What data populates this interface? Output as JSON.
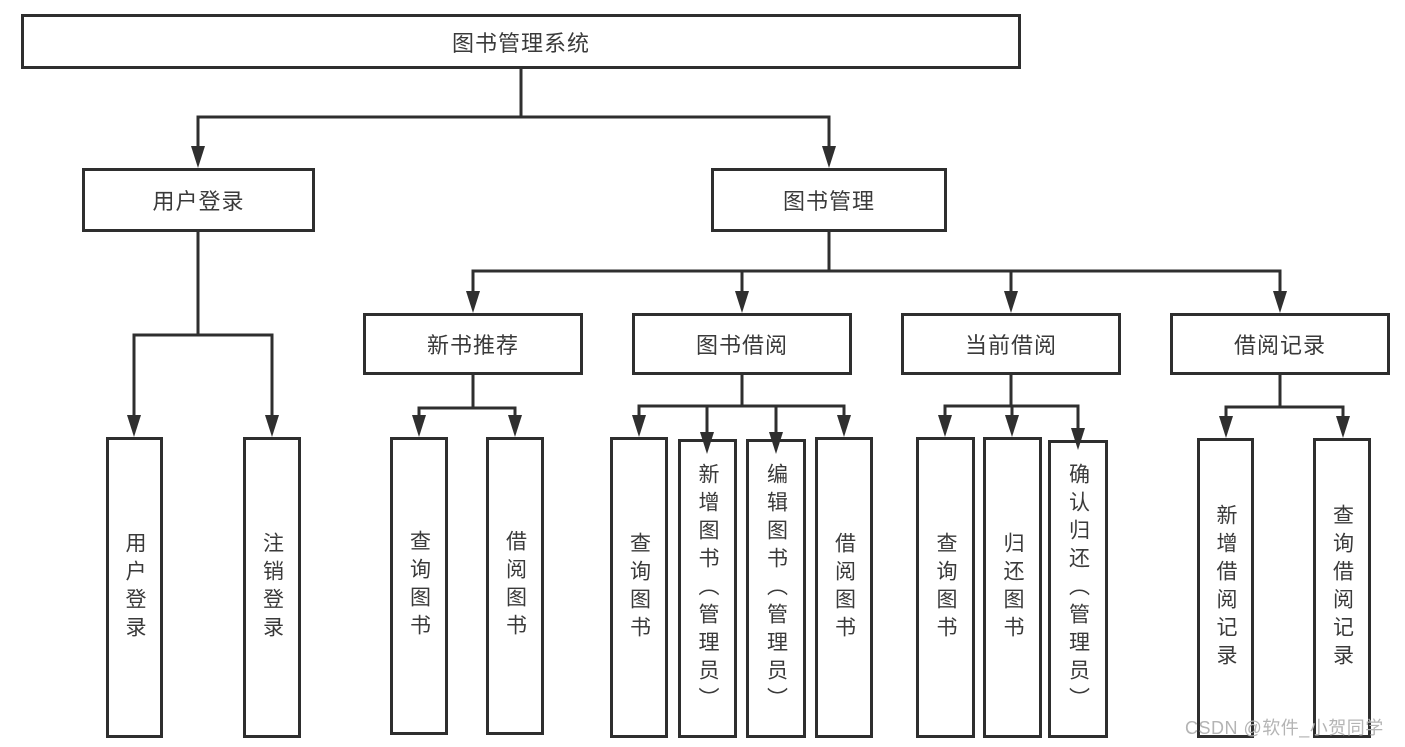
{
  "tree": {
    "label": "图书管理系统",
    "children": [
      {
        "label": "用户登录",
        "children": [
          {
            "label": "用户登录"
          },
          {
            "label": "注销登录"
          }
        ]
      },
      {
        "label": "图书管理",
        "children": [
          {
            "label": "新书推荐",
            "children": [
              {
                "label": "查询图书"
              },
              {
                "label": "借阅图书"
              }
            ]
          },
          {
            "label": "图书借阅",
            "children": [
              {
                "label": "查询图书"
              },
              {
                "label": "新增图书（管理员）"
              },
              {
                "label": "编辑图书（管理员）"
              },
              {
                "label": "借阅图书"
              }
            ]
          },
          {
            "label": "当前借阅",
            "children": [
              {
                "label": "查询图书"
              },
              {
                "label": "归还图书"
              },
              {
                "label": "确认归还（管理员）"
              }
            ]
          },
          {
            "label": "借阅记录",
            "children": [
              {
                "label": "新增借阅记录"
              },
              {
                "label": "查询借阅记录"
              }
            ]
          }
        ]
      }
    ]
  },
  "watermark": {
    "text": "CSDN @软件_小贺同学"
  },
  "colors": {
    "line": "#2f2f2f",
    "box_border": "#2e2e2e",
    "text": "#3a3a3a",
    "watermark": "#b4b4b4",
    "background": "#ffffff"
  }
}
